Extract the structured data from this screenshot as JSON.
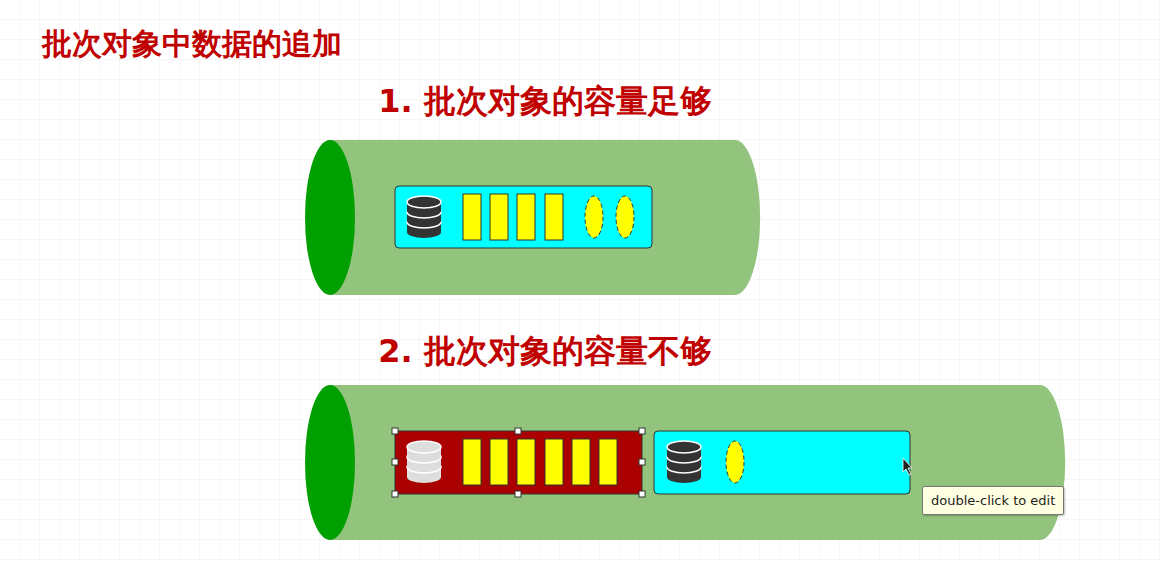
{
  "diagram": {
    "title": "批次对象中数据的追加",
    "nodes": [
      {
        "text": [
          "double-click to edit"
        ]
      }
    ],
    "labels": [
      "1. 批次对象的容量足够",
      "2. 批次对象的容量不够"
    ]
  }
}
